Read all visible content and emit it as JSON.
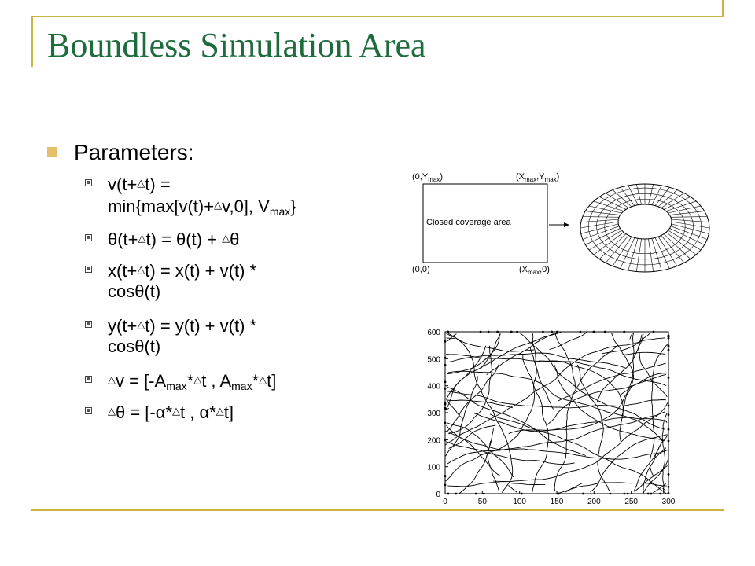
{
  "slide": {
    "title": "Boundless Simulation Area",
    "bullet_label": "Parameters:",
    "accent_color": "#1e6b3e",
    "rule_color": "#c9b53f",
    "bullet_color": "#e4c06a"
  },
  "equations": [
    {
      "id": "eq1",
      "lines": [
        [
          "v(t+",
          "△",
          "t) ="
        ],
        [
          "min{max[v(t)+",
          "△",
          "v,0], V",
          "max",
          "}"
        ]
      ]
    },
    {
      "id": "eq2",
      "text": "θ(t+△t) = θ(t) + △θ"
    },
    {
      "id": "eq3",
      "lines": [
        [
          "x(t+△t) = x(t) + v(t) *"
        ],
        [
          "cosθ(t)"
        ]
      ]
    },
    {
      "id": "eq4",
      "lines": [
        [
          "y(t+△t) = y(t) + v(t) *"
        ],
        [
          "cosθ(t)"
        ]
      ]
    },
    {
      "id": "eq5",
      "text": "△v = [-A max *△t , A max *△t]"
    },
    {
      "id": "eq6",
      "text": "△θ = [-α*△t , α*△t]"
    }
  ],
  "eq_parts": {
    "e1a": "v(t+",
    "e1b": "t) =",
    "e1c": "min{max[v(t)+",
    "e1d": "v,0], V",
    "e1e": "max",
    "e1f": "}",
    "e2a": "θ(t+",
    "e2b": "t) = θ(t) + ",
    "e2c": "θ",
    "e3a": "x(t+",
    "e3b": "t) = x(t) + v(t) *",
    "e3c": "cosθ(t)",
    "e4a": "y(t+",
    "e4b": "t) = y(t) + v(t) *",
    "e4c": "cosθ(t)",
    "e5a": "v = [-A",
    "e5b": "max",
    "e5c": "*",
    "e5d": "t , A",
    "e5e": "max",
    "e5f": "*",
    "e5g": "t]",
    "e6a": "θ = [-α*",
    "e6b": "t , α*",
    "e6c": "t]",
    "tri": "△"
  },
  "diagram": {
    "top_left": "(0,Y",
    "top_left_sub": "max",
    "top_left_end": ")",
    "top_right": "(X",
    "top_right_sub1": "max",
    "top_right_mid": ",Y",
    "top_right_sub2": "max",
    "top_right_end": ")",
    "bottom_left": "(0,0)",
    "bottom_right": "(X",
    "bottom_right_sub": "max",
    "bottom_right_end": ",0)",
    "box_label": "Closed coverage area"
  },
  "chart_data": {
    "type": "line",
    "title": "",
    "xlabel": "",
    "ylabel": "",
    "xlim": [
      0,
      300
    ],
    "ylim": [
      0,
      600
    ],
    "x_ticks": [
      "0",
      "50",
      "100",
      "150",
      "200",
      "250",
      "300"
    ],
    "y_ticks": [
      "0",
      "100",
      "200",
      "300",
      "400",
      "500",
      "600"
    ],
    "grid": false
  }
}
